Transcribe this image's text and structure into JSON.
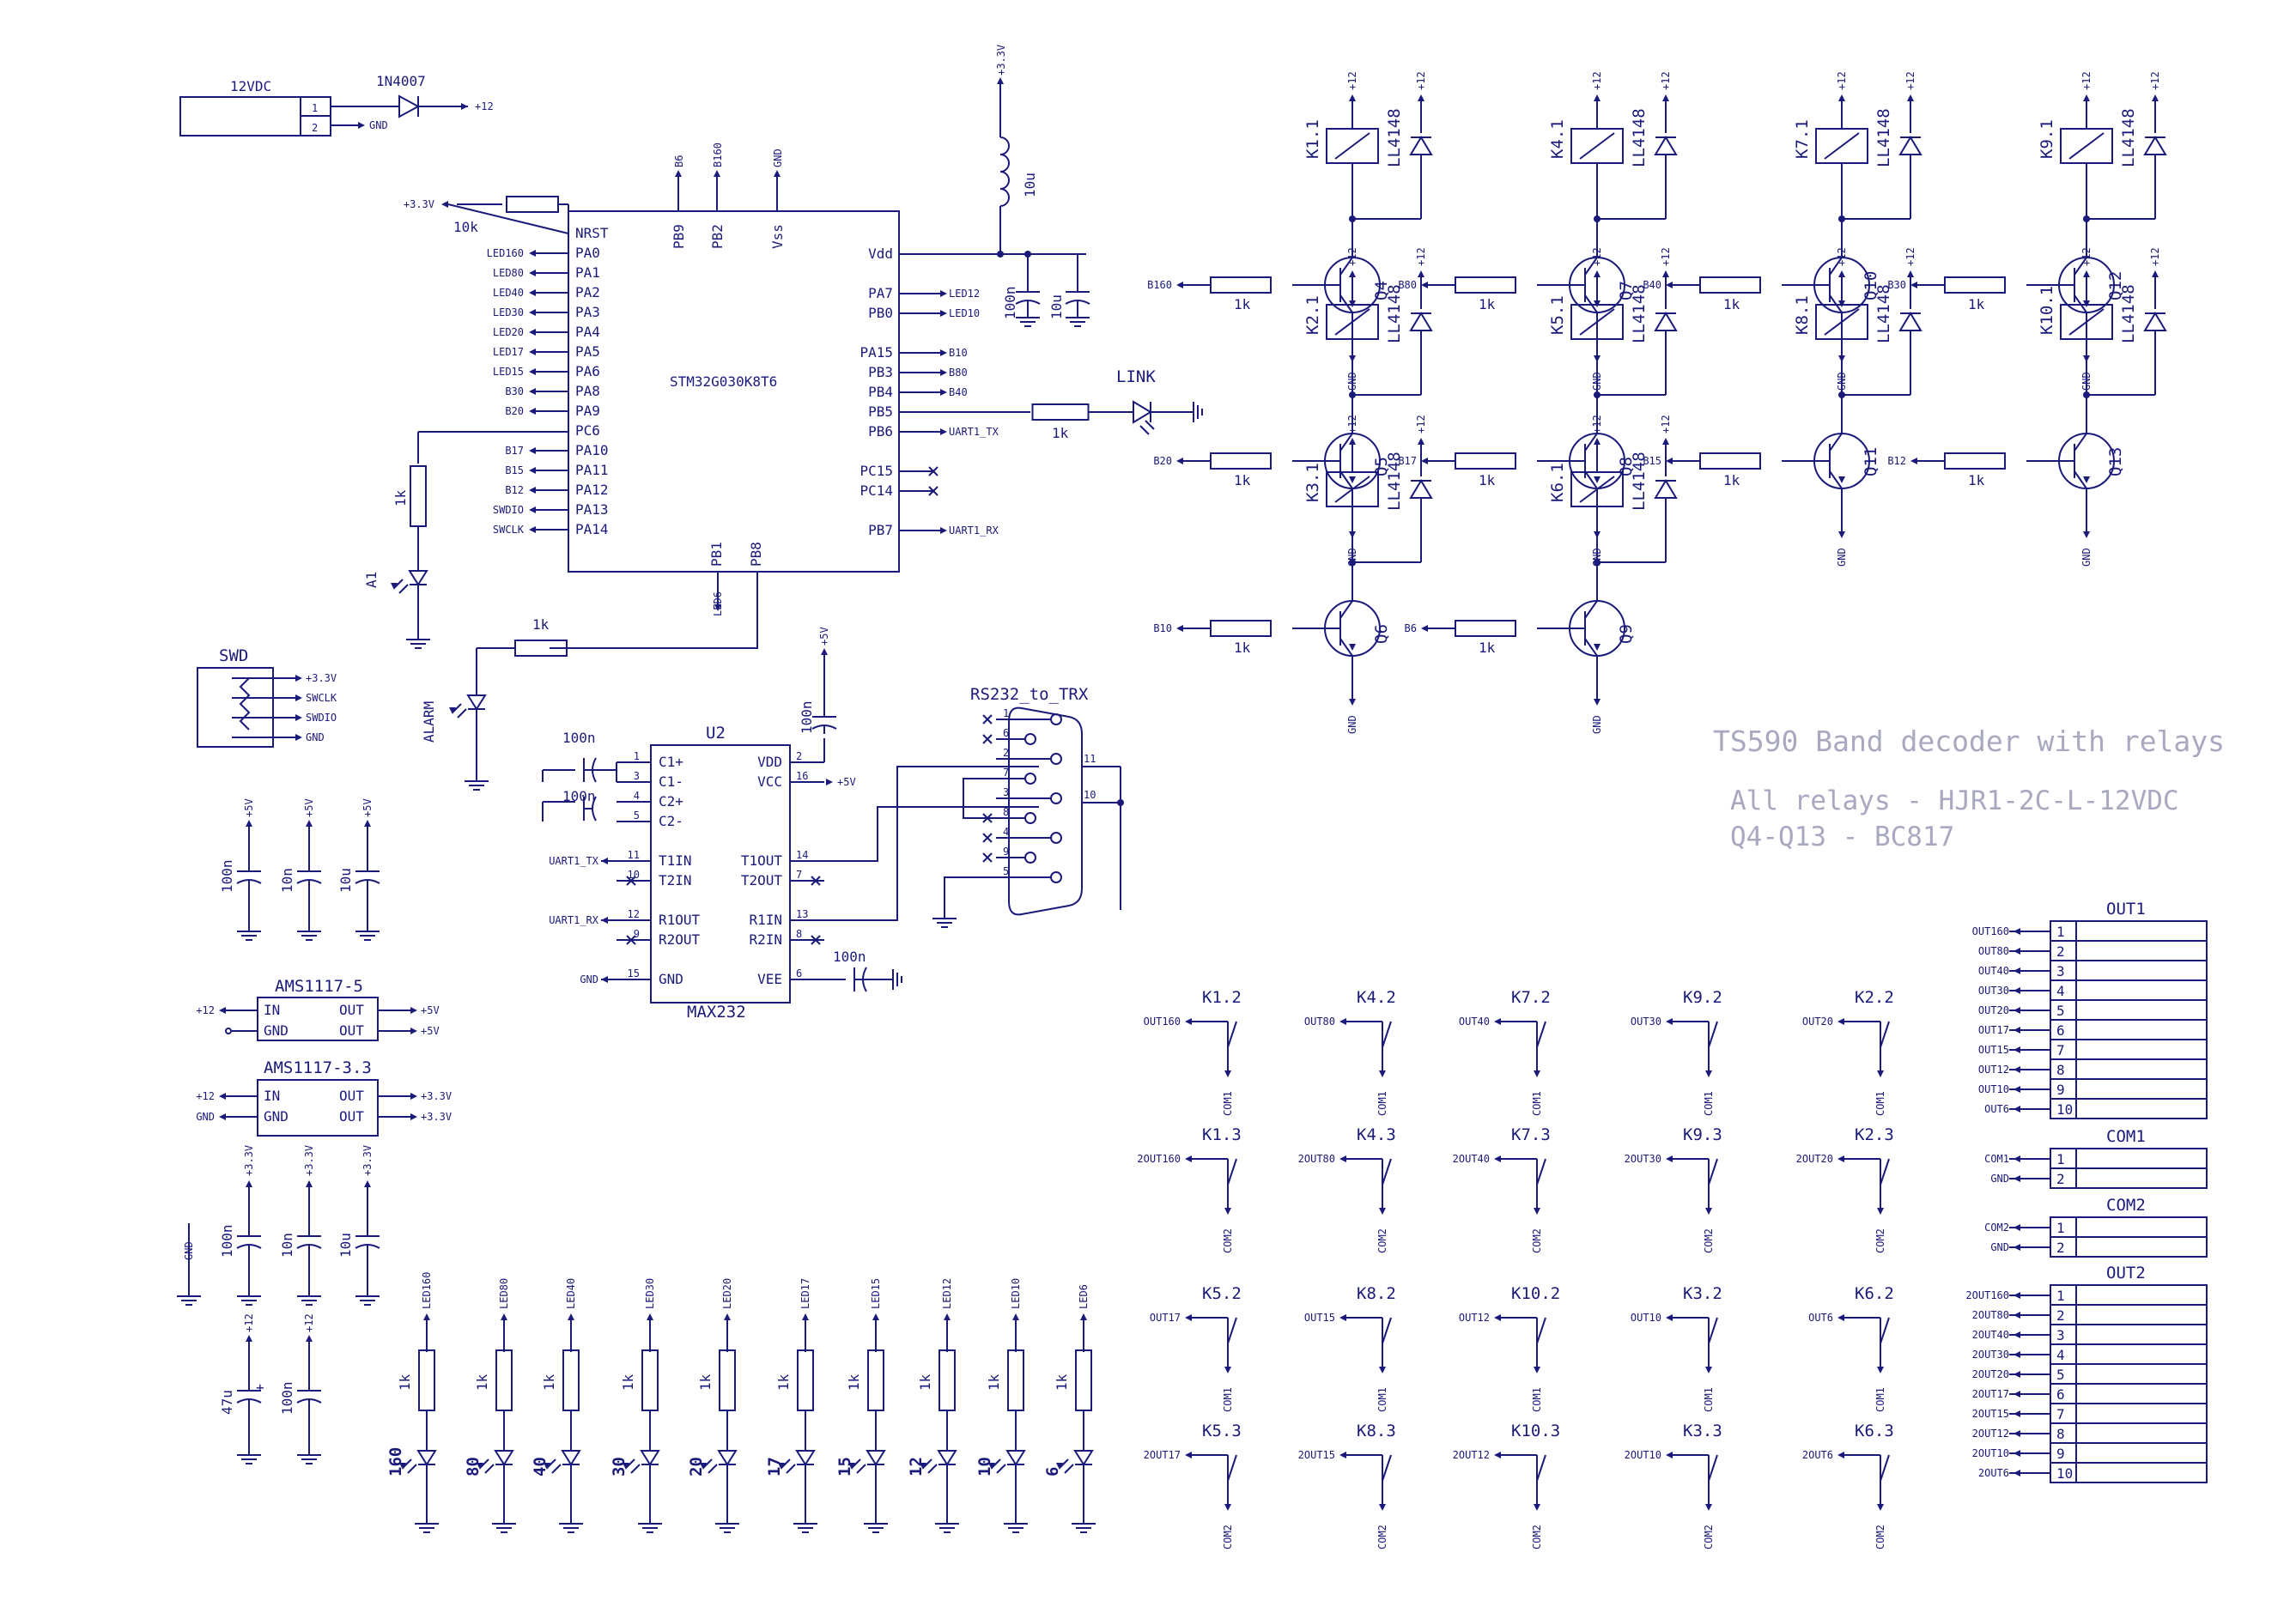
{
  "title": "TS590 Band decoder with relays",
  "notes": [
    "All relays - HJR1-2C-L-12VDC",
    "Q4-Q13 - BC817"
  ],
  "power_in": {
    "conn": "12VDC",
    "diode": "1N4007",
    "pin1": "1",
    "pin2": "2",
    "net_out": "+12",
    "net_gnd": "GND"
  },
  "mcu": {
    "name": "STM32G030K8T6",
    "left_pins": [
      "NRST",
      "PA0",
      "PA1",
      "PA2",
      "PA3",
      "PA4",
      "PA5",
      "PA6",
      "PA8",
      "PA9",
      "PC6",
      "PA10",
      "PA11",
      "PA12",
      "PA13",
      "PA14"
    ],
    "left_nets": [
      "",
      "LED160",
      "LED80",
      "LED40",
      "LED30",
      "LED20",
      "LED17",
      "LED15",
      "B30",
      "B20",
      "",
      "B17",
      "B15",
      "B12",
      "SWDIO",
      "SWCLK"
    ],
    "top_pins": [
      "PB9",
      "PB2",
      "Vss"
    ],
    "top_nets": [
      "B6",
      "B160",
      "GND"
    ],
    "right_pins": [
      "Vdd",
      "PA7",
      "PB0",
      "PA15",
      "PB3",
      "PB4",
      "PB5",
      "PB6",
      "PC15",
      "PC14",
      "PB7"
    ],
    "right_nets": [
      "",
      "LED12",
      "LED10",
      "B10",
      "B80",
      "B40",
      "",
      "UART1_TX",
      "",
      "",
      "UART1_RX"
    ],
    "bottom_pins": [
      "PB1",
      "PB8"
    ],
    "bottom_nets": [
      "LED6",
      ""
    ]
  },
  "nrst_res": {
    "value": "10k",
    "net": "+3.3V"
  },
  "vdd_filter": {
    "inductor": "10u",
    "cap1": "100n",
    "cap2": "10u",
    "net": "+3.3V"
  },
  "link_led": {
    "label": "LINK",
    "res": "1k"
  },
  "a1_led": {
    "label": "A1",
    "res": "1k"
  },
  "alarm_led": {
    "label": "ALARM",
    "res": "1k"
  },
  "swd": {
    "label": "SWD",
    "nets": [
      "+3.3V",
      "SWCLK",
      "SWDIO",
      "GND"
    ]
  },
  "caps5v": {
    "net": "+5V",
    "values": [
      "100n",
      "10n",
      "10u"
    ]
  },
  "caps33v": {
    "net": "+3.3V",
    "values": [
      "100n",
      "10n",
      "10u"
    ],
    "gnd": "GND"
  },
  "caps12v": {
    "net": "+12",
    "values": [
      "47u",
      "100n"
    ],
    "plus": "+"
  },
  "reg5": {
    "name": "AMS1117-5",
    "in": "IN",
    "gnd": "GND",
    "out": "OUT",
    "net_in": "+12",
    "net_out": "+5V"
  },
  "reg33": {
    "name": "AMS1117-3.3",
    "in": "IN",
    "gnd": "GND",
    "out": "OUT",
    "net_in": "+12",
    "net_gnd": "GND",
    "net_out": "+3.3V"
  },
  "max232": {
    "ref": "U2",
    "name": "MAX232",
    "left": [
      [
        "C1+",
        "1"
      ],
      [
        "C1-",
        "3"
      ],
      [
        "C2+",
        "4"
      ],
      [
        "C2-",
        "5"
      ],
      [
        "T1IN",
        "11"
      ],
      [
        "T2IN",
        "10"
      ],
      [
        "R1OUT",
        "12"
      ],
      [
        "R2OUT",
        "9"
      ],
      [
        "GND",
        "15"
      ]
    ],
    "right": [
      [
        "VDD",
        "2"
      ],
      [
        "VCC",
        "16"
      ],
      [
        "T1OUT",
        "14"
      ],
      [
        "T2OUT",
        "7"
      ],
      [
        "R1IN",
        "13"
      ],
      [
        "R2IN",
        "8"
      ],
      [
        "VEE",
        "6"
      ]
    ],
    "caps": [
      "100n",
      "100n",
      "100n",
      "100n"
    ],
    "nets": {
      "tx": "UART1_TX",
      "rx": "UART1_RX",
      "vcc": "+5V",
      "gnd": "GND",
      "vdd": "+5V"
    }
  },
  "db9": {
    "label": "RS232_to_TRX",
    "pins": [
      "1",
      "6",
      "2",
      "7",
      "3",
      "8",
      "4",
      "9",
      "5"
    ],
    "shield": [
      "11",
      "10"
    ]
  },
  "relay_drivers": [
    {
      "relay": "K1.1",
      "q": "Q4",
      "net": "B160"
    },
    {
      "relay": "K4.1",
      "q": "Q7",
      "net": "B80"
    },
    {
      "relay": "K7.1",
      "q": "Q10",
      "net": "B40"
    },
    {
      "relay": "K9.1",
      "q": "Q12",
      "net": "B30"
    },
    {
      "relay": "K2.1",
      "q": "Q5",
      "net": "B20"
    },
    {
      "relay": "K5.1",
      "q": "Q8",
      "net": "B17"
    },
    {
      "relay": "K8.1",
      "q": "Q11",
      "net": "B15"
    },
    {
      "relay": "K10.1",
      "q": "Q13",
      "net": "B12"
    },
    {
      "relay": "K3.1",
      "q": "Q6",
      "net": "B10"
    },
    {
      "relay": "K6.1",
      "q": "Q9",
      "net": "B6"
    }
  ],
  "driver_common": {
    "diode": "LL4148",
    "res": "1k",
    "vcc": "+12",
    "gnd": "GND"
  },
  "contacts": [
    [
      {
        "k": "K1.2",
        "out": "OUT160",
        "com": "COM1"
      },
      {
        "k": "K4.2",
        "out": "OUT80",
        "com": "COM1"
      },
      {
        "k": "K7.2",
        "out": "OUT40",
        "com": "COM1"
      },
      {
        "k": "K9.2",
        "out": "OUT30",
        "com": "COM1"
      },
      {
        "k": "K2.2",
        "out": "OUT20",
        "com": "COM1"
      }
    ],
    [
      {
        "k": "K1.3",
        "out": "2OUT160",
        "com": "COM2"
      },
      {
        "k": "K4.3",
        "out": "2OUT80",
        "com": "COM2"
      },
      {
        "k": "K7.3",
        "out": "2OUT40",
        "com": "COM2"
      },
      {
        "k": "K9.3",
        "out": "2OUT30",
        "com": "COM2"
      },
      {
        "k": "K2.3",
        "out": "2OUT20",
        "com": "COM2"
      }
    ],
    [
      {
        "k": "K5.2",
        "out": "OUT17",
        "com": "COM1"
      },
      {
        "k": "K8.2",
        "out": "OUT15",
        "com": "COM1"
      },
      {
        "k": "K10.2",
        "out": "OUT12",
        "com": "COM1"
      },
      {
        "k": "K3.2",
        "out": "OUT10",
        "com": "COM1"
      },
      {
        "k": "K6.2",
        "out": "OUT6",
        "com": "COM1"
      }
    ],
    [
      {
        "k": "K5.3",
        "out": "2OUT17",
        "com": "COM2"
      },
      {
        "k": "K8.3",
        "out": "2OUT15",
        "com": "COM2"
      },
      {
        "k": "K10.3",
        "out": "2OUT12",
        "com": "COM2"
      },
      {
        "k": "K3.3",
        "out": "2OUT10",
        "com": "COM2"
      },
      {
        "k": "K6.3",
        "out": "2OUT6",
        "com": "COM2"
      }
    ]
  ],
  "out1": {
    "label": "OUT1",
    "nets": [
      "OUT160",
      "OUT80",
      "OUT40",
      "OUT30",
      "OUT20",
      "OUT17",
      "OUT15",
      "OUT12",
      "OUT10",
      "OUT6"
    ],
    "pins": [
      "1",
      "2",
      "3",
      "4",
      "5",
      "6",
      "7",
      "8",
      "9",
      "10"
    ]
  },
  "com1": {
    "label": "COM1",
    "nets": [
      "COM1",
      "GND"
    ],
    "pins": [
      "1",
      "2"
    ]
  },
  "com2": {
    "label": "COM2",
    "nets": [
      "COM2",
      "GND"
    ],
    "pins": [
      "1",
      "2"
    ]
  },
  "out2": {
    "label": "OUT2",
    "nets": [
      "2OUT160",
      "2OUT80",
      "2OUT40",
      "2OUT30",
      "2OUT20",
      "2OUT17",
      "2OUT15",
      "2OUT12",
      "2OUT10",
      "2OUT6"
    ],
    "pins": [
      "1",
      "2",
      "3",
      "4",
      "5",
      "6",
      "7",
      "8",
      "9",
      "10"
    ]
  },
  "band_leds": [
    {
      "net": "LED160",
      "label": "160"
    },
    {
      "net": "LED80",
      "label": "80"
    },
    {
      "net": "LED40",
      "label": "40"
    },
    {
      "net": "LED30",
      "label": "30"
    },
    {
      "net": "LED20",
      "label": "20"
    },
    {
      "net": "LED17",
      "label": "17"
    },
    {
      "net": "LED15",
      "label": "15"
    },
    {
      "net": "LED12",
      "label": "12"
    },
    {
      "net": "LED10",
      "label": "10"
    },
    {
      "net": "LED6",
      "label": "6"
    }
  ],
  "band_led_res": "1k"
}
